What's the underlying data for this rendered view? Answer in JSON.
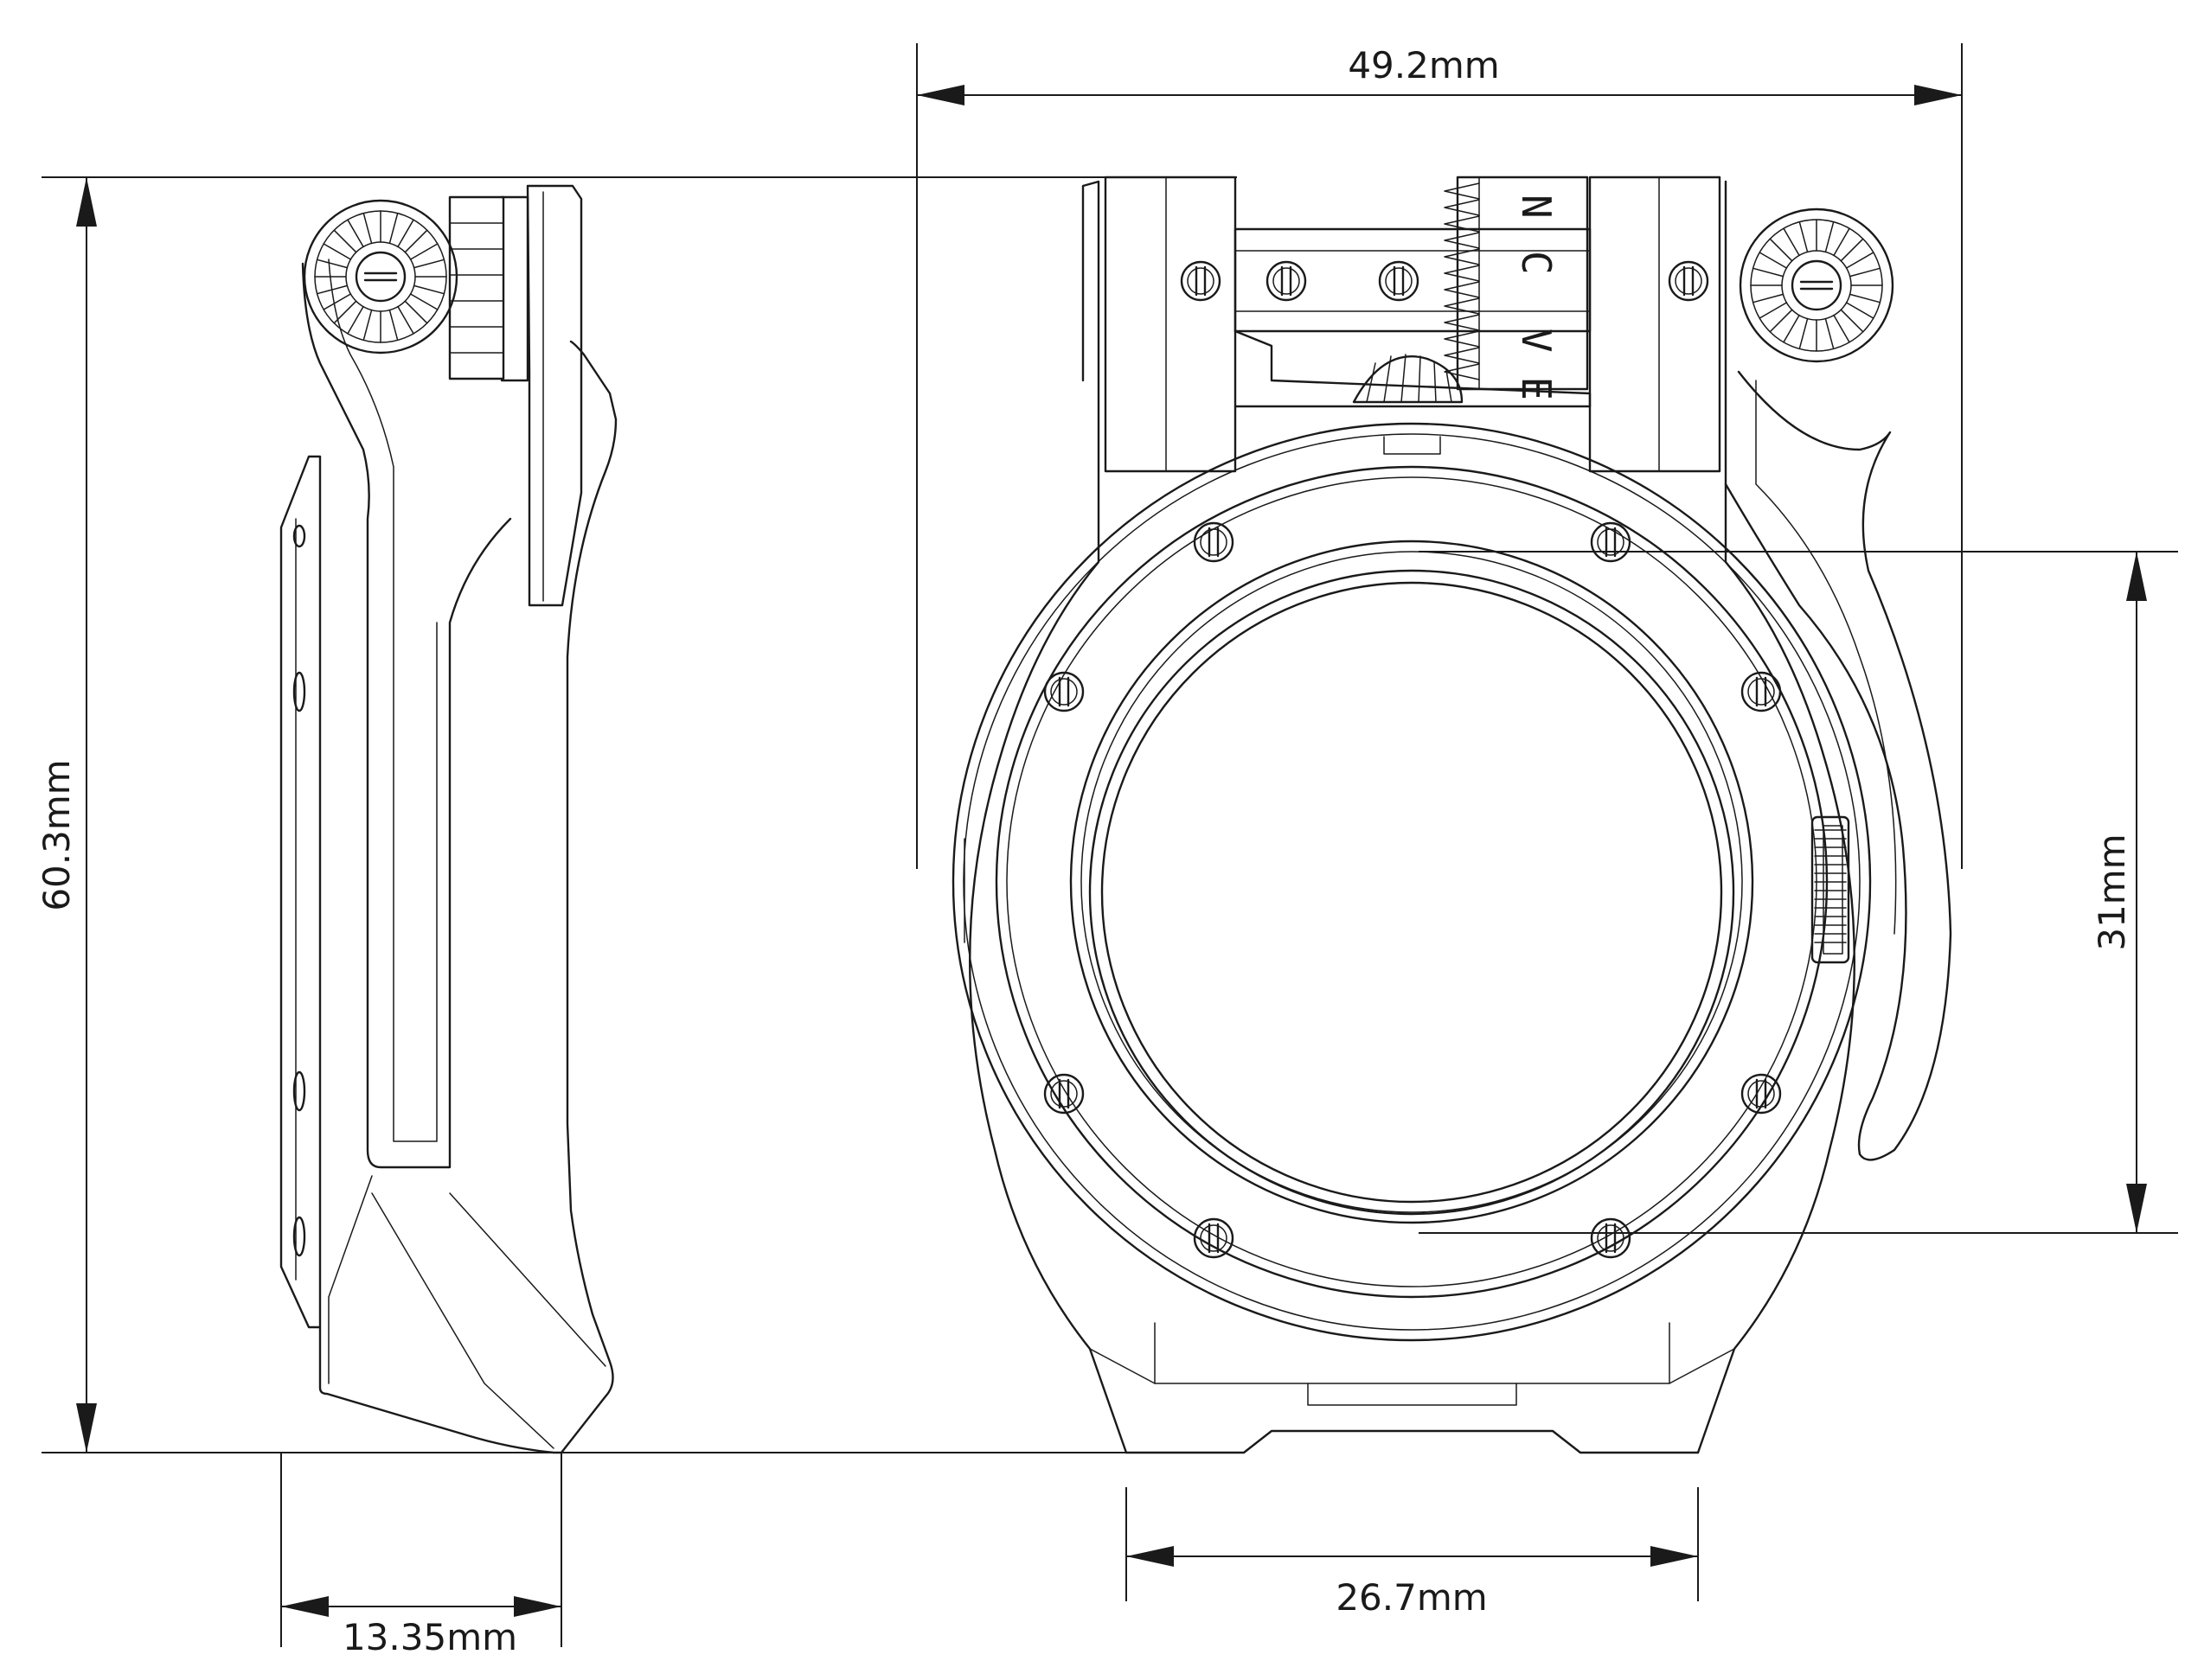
{
  "dimensions": {
    "overall_width": "49.2mm",
    "overall_height": "60.3mm",
    "side_depth": "13.35mm",
    "front_base_width": "26.7mm",
    "aperture_diameter": "31mm"
  },
  "engravings": {
    "gear_ring_upper": "N",
    "gear_ring_upper_2": "C",
    "gear_ring_lower": "V E"
  },
  "colors": {
    "line": "#1a1a1a",
    "background": "#ffffff"
  }
}
